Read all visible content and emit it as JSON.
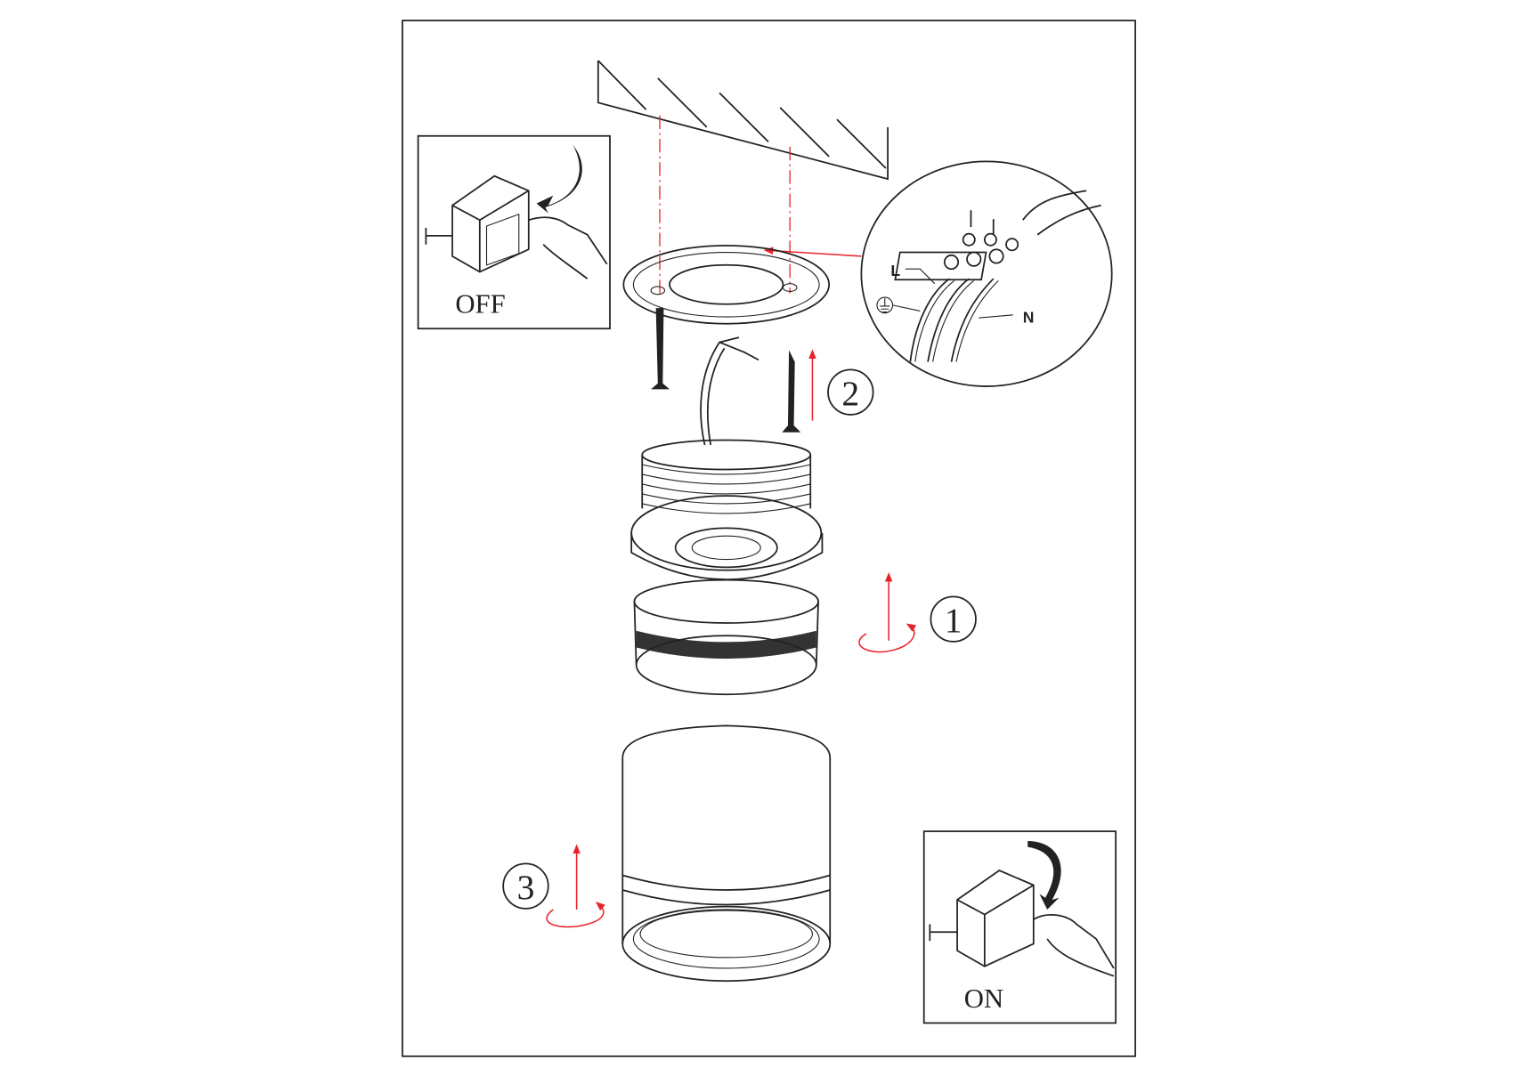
{
  "labels": {
    "switch_off": "OFF",
    "switch_on": "ON",
    "step_1": "1",
    "step_2": "2",
    "step_3": "3",
    "live": "L",
    "neutral": "N"
  },
  "colors": {
    "accent_red": "#e8222a",
    "line": "#222222"
  }
}
